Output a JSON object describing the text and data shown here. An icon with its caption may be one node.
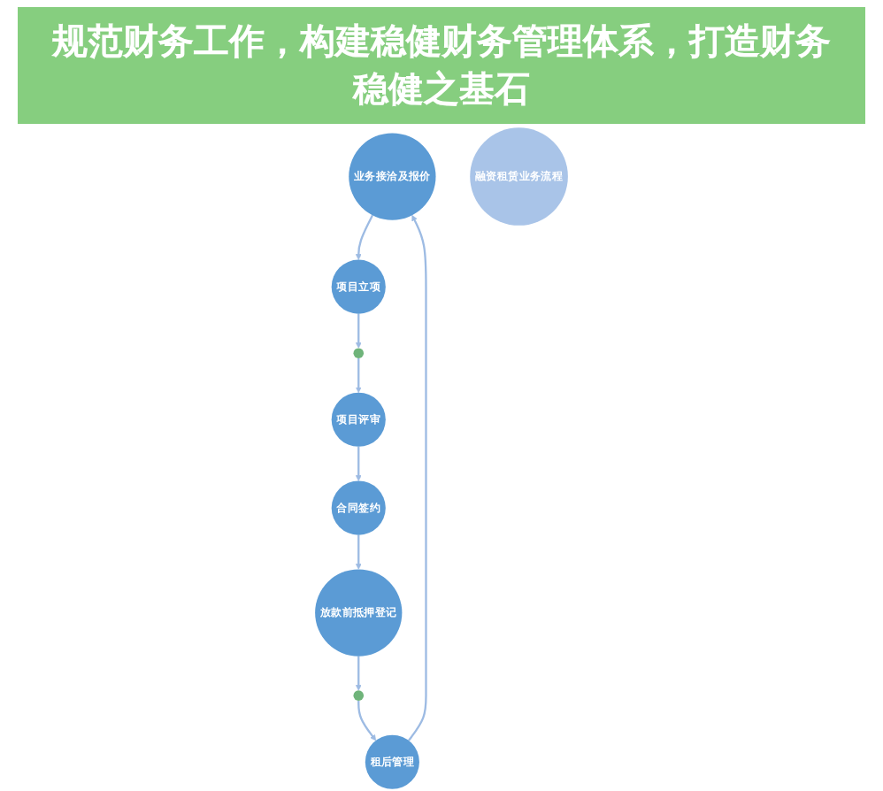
{
  "diagram": {
    "title": "规范财务工作，构建稳健财务管理体系，打造财务稳健之基石",
    "nodes": [
      {
        "text": [
          "业务接洽及报价"
        ]
      },
      {
        "text": [
          "租后管理"
        ]
      },
      {
        "text": [
          "项目立项"
        ]
      },
      {
        "text": [],
        "shape": "circle"
      },
      {
        "text": [
          "融资租赁业务流程"
        ]
      },
      {
        "text": [],
        "shape": "circle"
      },
      {
        "text": [
          "放款前抵押登记"
        ]
      },
      {
        "text": [
          "项目评审"
        ]
      },
      {
        "text": [
          "合同签约"
        ]
      }
    ],
    "edges": [
      {
        "from": 0,
        "to": 2,
        "arrow": "to"
      },
      {
        "from": 2,
        "to": 3,
        "arrow": "to"
      },
      {
        "from": 3,
        "to": 7,
        "arrow": "to"
      },
      {
        "from": 7,
        "to": 8,
        "arrow": "to"
      },
      {
        "from": 8,
        "to": 6,
        "arrow": "to"
      },
      {
        "from": 6,
        "to": 5,
        "arrow": "to"
      },
      {
        "from": 5,
        "to": 1,
        "arrow": "to"
      },
      {
        "from": 1,
        "to": 0,
        "arrow": "to"
      }
    ]
  }
}
